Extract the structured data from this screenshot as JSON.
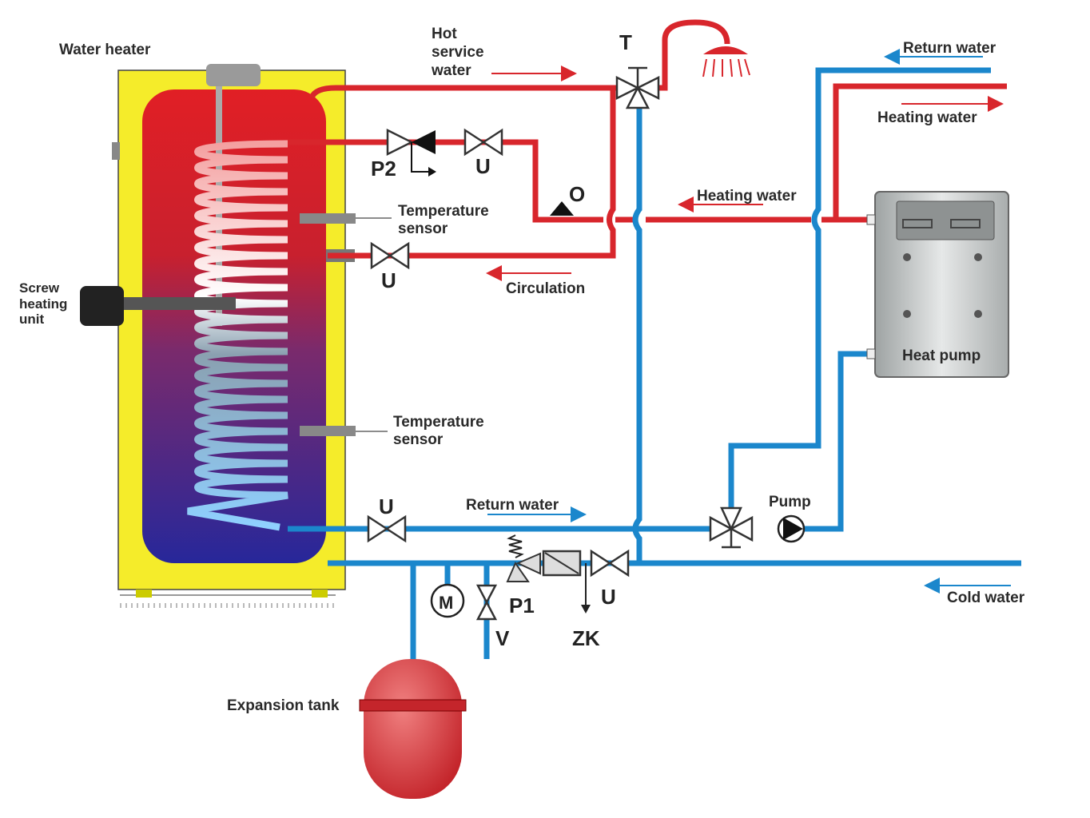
{
  "labels": {
    "water_heater": "Water heater",
    "hot_service_water": [
      "Hot",
      "service",
      "water"
    ],
    "t": "T",
    "return_water_top": "Return water",
    "heating_water_top": "Heating water",
    "heating_water_mid": "Heating water",
    "p2": "P2",
    "u_top": "U",
    "o": "O",
    "temperature_sensor_upper": [
      "Temperature",
      "sensor"
    ],
    "u_circ": "U",
    "circulation": "Circulation",
    "screw_heating_unit": [
      "Screw",
      "heating",
      "unit"
    ],
    "heat_pump": "Heat pump",
    "temperature_sensor_lower": [
      "Temperature",
      "sensor"
    ],
    "u_return": "U",
    "return_water_bottom": "Return water",
    "pump": "Pump",
    "m": "M",
    "p1": "P1",
    "v": "V",
    "zk": "ZK",
    "u_cold": "U",
    "cold_water": "Cold water",
    "expansion_tank": "Expansion tank"
  },
  "colors": {
    "hot_pipe": "#d8262c",
    "cold_pipe": "#1b87cc",
    "heater_casing": "#f5ec2a",
    "heat_pump_body": "#b9bdbd",
    "expansion_tank": "#d9363a"
  }
}
